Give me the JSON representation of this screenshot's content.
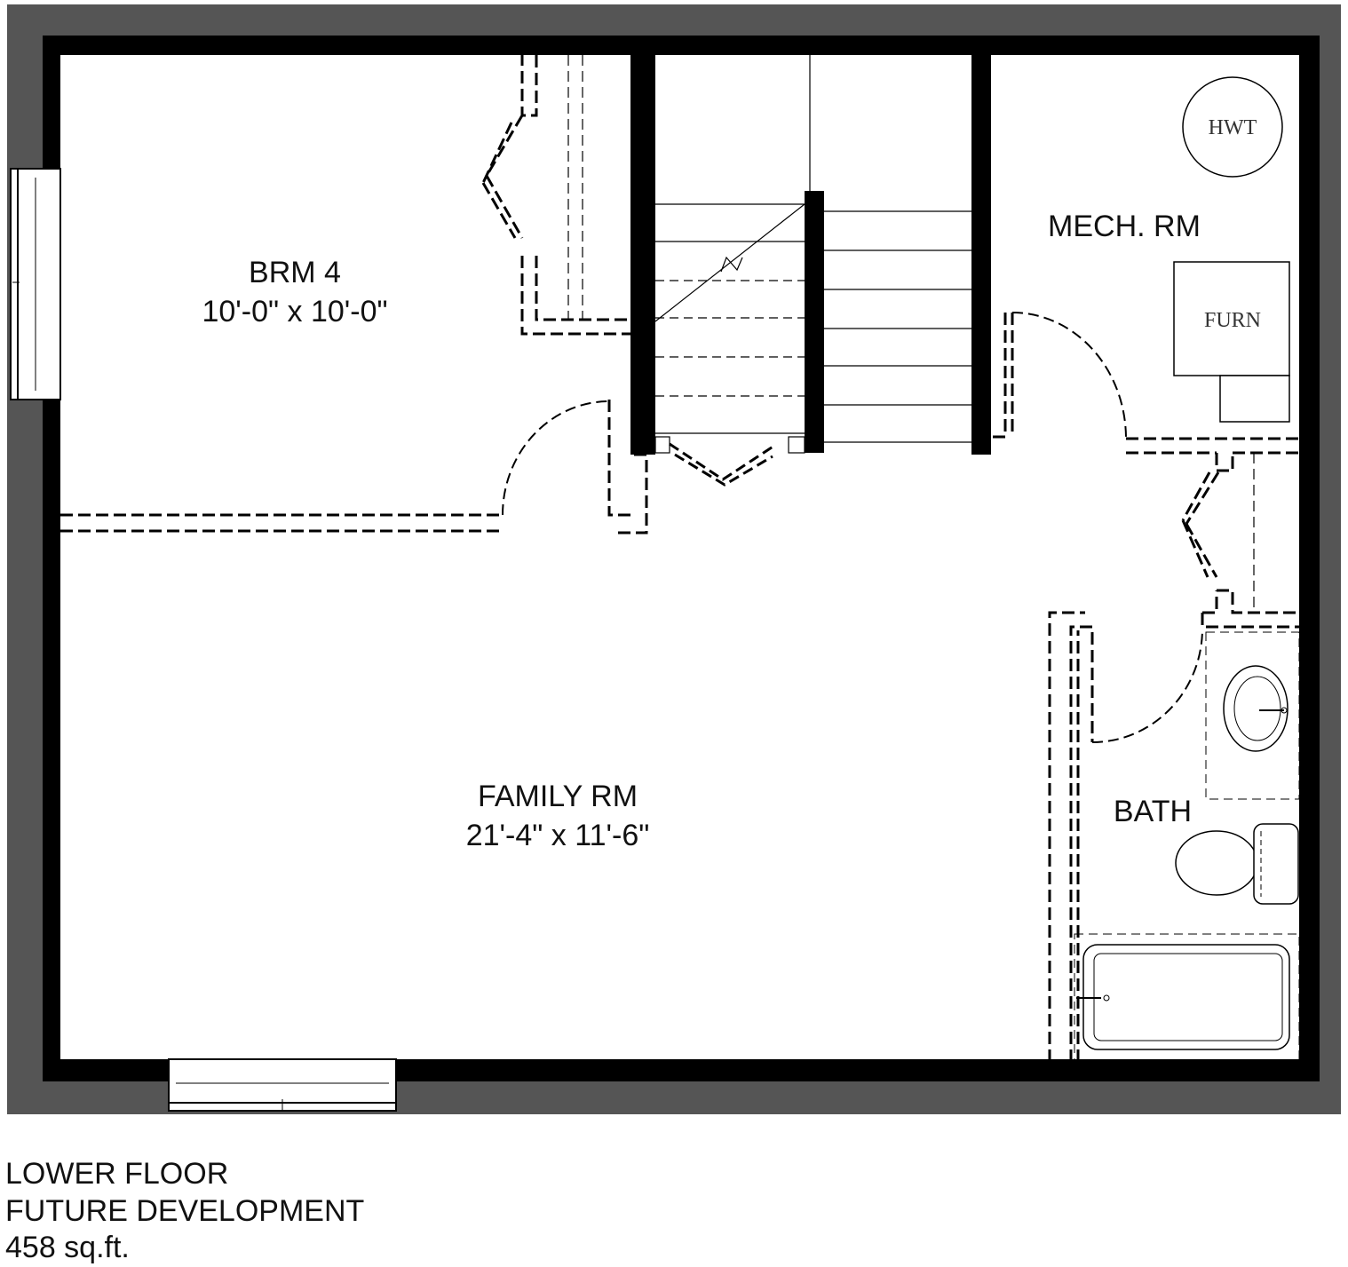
{
  "rooms": {
    "bedroom": {
      "name": "BRM 4",
      "size": "10'-0\" x 10'-0\""
    },
    "family": {
      "name": "FAMILY RM",
      "size": "21'-4\" x 11'-6\""
    },
    "mech": {
      "name": "MECH. RM"
    },
    "bath": {
      "name": "BATH"
    }
  },
  "fixtures": {
    "hot_water_tank": "HWT",
    "furnace": "FURN"
  },
  "caption": {
    "floor": "LOWER FLOOR",
    "status": "FUTURE DEVELOPMENT",
    "area": "458 sq.ft."
  }
}
